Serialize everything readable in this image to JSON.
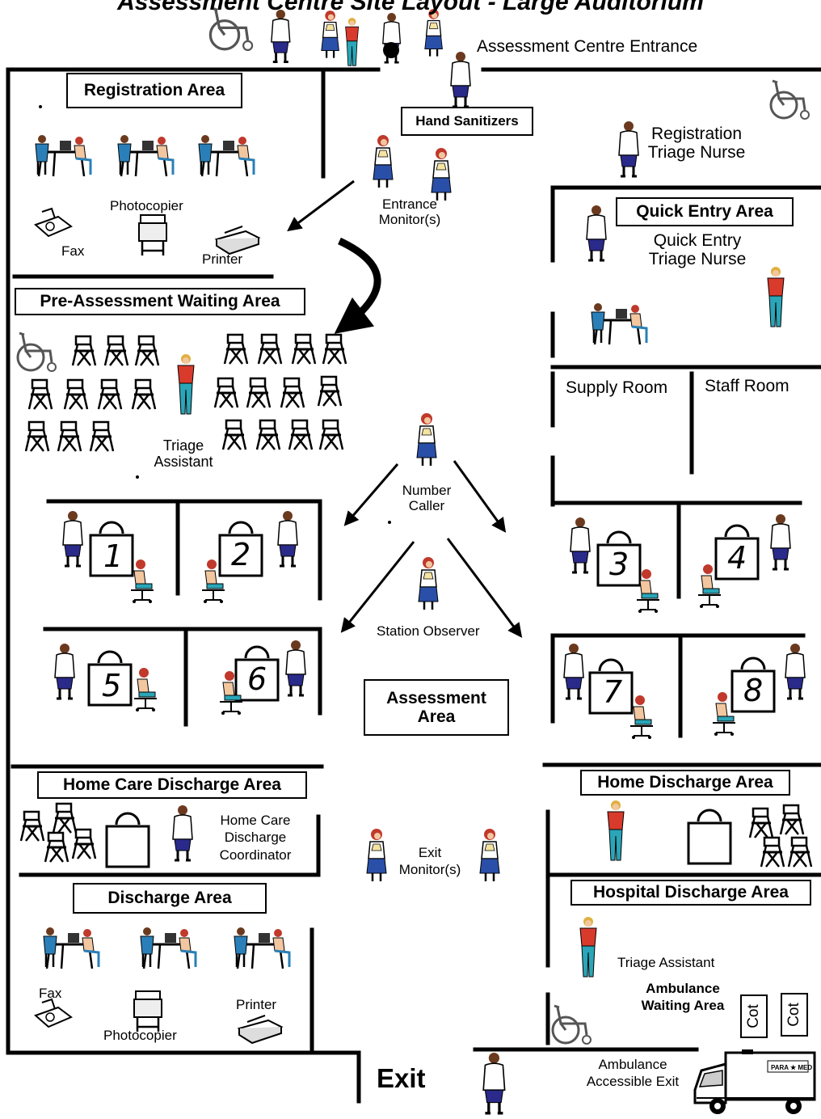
{
  "title": "Assessment Centre Site Layout - Large Auditorium",
  "labels": {
    "entrance": "Assessment Centre Entrance",
    "registration_area": "Registration Area",
    "hand_sanitizers": "Hand Sanitizers",
    "registration_triage_nurse_1": "Registration",
    "registration_triage_nurse_2": "Triage Nurse",
    "entrance_monitor_1": "Entrance",
    "entrance_monitor_2": "Monitor(s)",
    "photocopier_top": "Photocopier",
    "fax_top": "Fax",
    "printer_top": "Printer",
    "quick_entry_area": "Quick Entry Area",
    "quick_entry_nurse_1": "Quick Entry",
    "quick_entry_nurse_2": "Triage Nurse",
    "pre_assessment_area": "Pre-Assessment Waiting Area",
    "supply_room": "Supply Room",
    "staff_room": "Staff Room",
    "triage_assistant_1": "Triage",
    "triage_assistant_2": "Assistant",
    "number_caller_1": "Number",
    "number_caller_2": "Caller",
    "station_observer": "Station Observer",
    "assessment_area_1": "Assessment",
    "assessment_area_2": "Area",
    "home_care_discharge_area": "Home Care Discharge Area",
    "home_care_coordinator_1": "Home Care",
    "home_care_coordinator_2": "Discharge",
    "home_care_coordinator_3": "Coordinator",
    "home_discharge_area": "Home Discharge Area",
    "exit_monitor_1": "Exit",
    "exit_monitor_2": "Monitor(s)",
    "hospital_discharge_area": "Hospital Discharge Area",
    "discharge_area": "Discharge Area",
    "triage_assistant_bottom": "Triage Assistant",
    "ambulance_waiting_1": "Ambulance",
    "ambulance_waiting_2": "Waiting Area",
    "cot_1": "Cot",
    "cot_2": "Cot",
    "fax_bottom": "Fax",
    "printer_bottom": "Printer",
    "photocopier_bottom": "Photocopier",
    "exit": "Exit",
    "ambulance_exit_1": "Ambulance",
    "ambulance_exit_2": "Accessible Exit"
  },
  "stations": [
    "1",
    "2",
    "3",
    "4",
    "5",
    "6",
    "7",
    "8"
  ],
  "colors": {
    "ink": "#000000",
    "hair": "#c0392b",
    "shirt_red": "#d83a2c",
    "pants_teal": "#2aa6b8",
    "skirt_navy": "#2a2a8a",
    "skin": "#f2c7a0",
    "coat_white": "#ffffff"
  },
  "icons": [
    "person-icon",
    "chair-icon",
    "wheelchair-icon",
    "desk-workstation-icon",
    "fax-icon",
    "printer-icon",
    "photocopier-icon",
    "ambulance-icon",
    "arrow-icon"
  ]
}
